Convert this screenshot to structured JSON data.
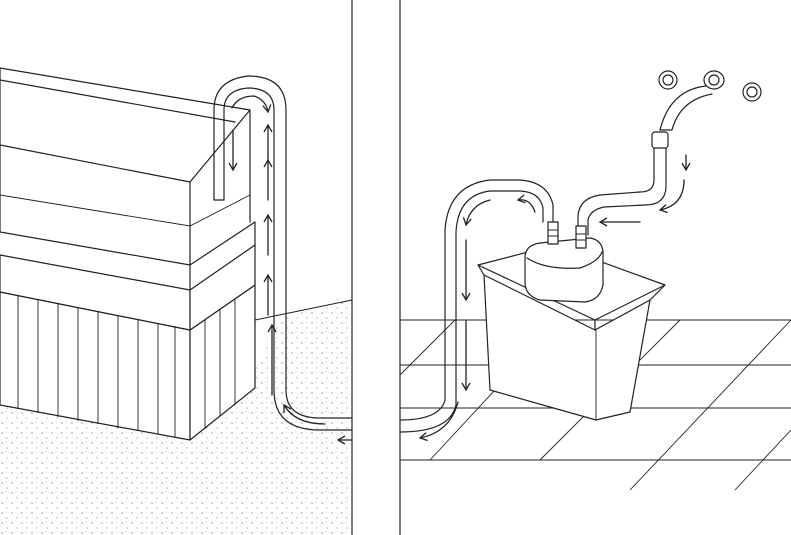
{
  "figure": {
    "panels": [
      {
        "id": "left",
        "scene": "aquarium-refill"
      },
      {
        "id": "right",
        "scene": "drain-to-bucket"
      }
    ],
    "colors": {
      "ink": "#222222",
      "background": "#ffffff",
      "stipple": "#555555"
    }
  }
}
